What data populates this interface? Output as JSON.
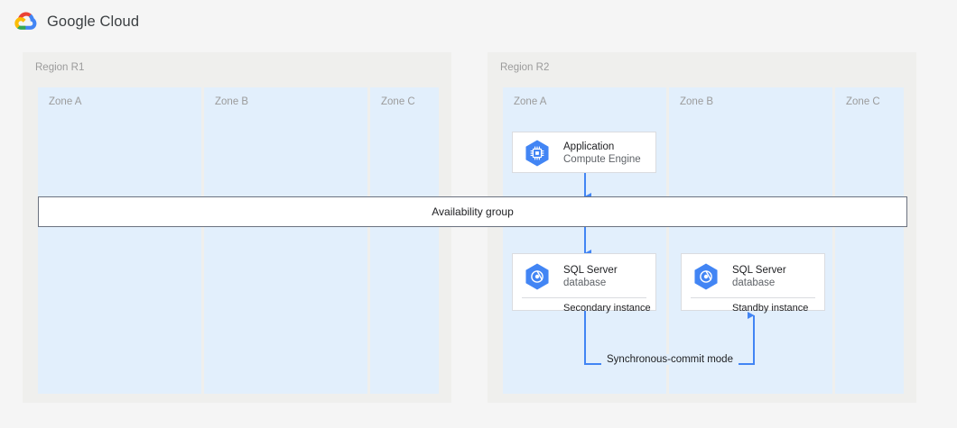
{
  "header": {
    "brand": "Google Cloud",
    "logo_icon": "google-cloud-logo-icon",
    "logo_colors": {
      "red": "#EA4335",
      "yellow": "#FBBC05",
      "green": "#34A853",
      "blue": "#4285F4"
    }
  },
  "colors": {
    "page_background": "#f5f5f5",
    "region_background": "#efefed",
    "zone_background": "#e2effc",
    "card_background": "#ffffff",
    "card_border": "#dadce0",
    "bar_border": "#6b7280",
    "connector_blue": "#4285f4",
    "label_gray": "#9b9b9b",
    "text_primary": "#202124",
    "text_secondary": "#5f6368",
    "icon_blue": "#4285f4"
  },
  "regions": [
    {
      "id": "region-r1",
      "label": "Region R1",
      "zones": [
        {
          "id": "r1-zone-a",
          "label": "Zone A"
        },
        {
          "id": "r1-zone-b",
          "label": "Zone B"
        },
        {
          "id": "r1-zone-c",
          "label": "Zone C"
        }
      ]
    },
    {
      "id": "region-r2",
      "label": "Region R2",
      "zones": [
        {
          "id": "r2-zone-a",
          "label": "Zone A"
        },
        {
          "id": "r2-zone-b",
          "label": "Zone B"
        },
        {
          "id": "r2-zone-c",
          "label": "Zone C"
        }
      ]
    }
  ],
  "availability_group": {
    "label": "Availability group"
  },
  "cards": {
    "application": {
      "icon": "compute-engine-hexagon-icon",
      "title": "Application",
      "subtitle": "Compute Engine"
    },
    "secondary_db": {
      "icon": "sql-server-hexagon-icon",
      "title": "SQL Server",
      "subtitle": "database",
      "footer": "Secondary instance"
    },
    "standby_db": {
      "icon": "sql-server-hexagon-icon",
      "title": "SQL Server",
      "subtitle": "database",
      "footer": "Standby instance"
    }
  },
  "connectors": {
    "sync_commit_label": "Synchronous-commit mode"
  }
}
